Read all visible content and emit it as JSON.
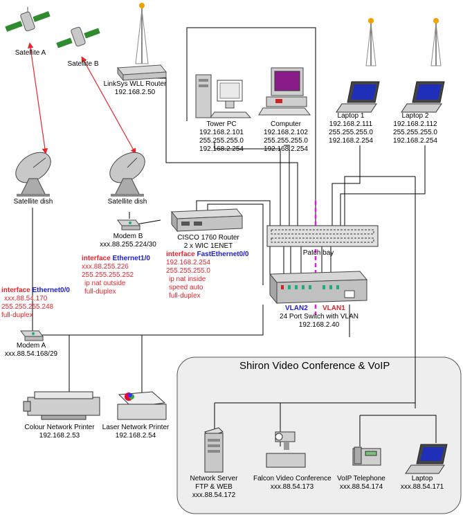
{
  "colors": {
    "wire": "#000000",
    "satellite_link": "#e8242c",
    "vlan_divider": "#e020e0",
    "vlan2": "#1b1bd6",
    "vlan1": "#e8242c",
    "panel_fill": "#eeeeee"
  },
  "panel": {
    "title": "Shiron Video Conference & VoIP"
  },
  "devices": {
    "satellite_a": {
      "name": "Satellite A"
    },
    "satellite_b": {
      "name": "Satellite B"
    },
    "linksys": {
      "lines": [
        "LinkSys WLL Router",
        "192.168.2.50"
      ]
    },
    "tower_pc": {
      "lines": [
        "Tower PC",
        "192.168.2.101",
        "255.255.255.0",
        "192.168.2.254"
      ]
    },
    "computer": {
      "lines": [
        "Computer",
        "192.168.2.102",
        "255.255.255.0",
        "192.168.2.254"
      ]
    },
    "laptop1": {
      "lines": [
        "Laptop 1",
        "192.168.2.111",
        "255.255.255.0",
        "192.168.2.254"
      ]
    },
    "laptop2": {
      "lines": [
        "Laptop 2",
        "192.168.2.112",
        "255.255.255.0",
        "192.168.2.254"
      ]
    },
    "dish_a": {
      "name": "Satellite dish"
    },
    "dish_b": {
      "name": "Satellite dish"
    },
    "modem_b": {
      "lines": [
        "Modem B",
        "xxx.88.255.224/30"
      ]
    },
    "cisco": {
      "lines": [
        "CISCO 1760 Router",
        "2 x WIC 1ENET"
      ]
    },
    "patch_bay": {
      "name": "Patch bay"
    },
    "switch": {
      "lines": [
        "24 Port Switch with VLAN",
        "192.168.2.40"
      ]
    },
    "modem_a": {
      "lines": [
        "Modem A",
        "xxx.88.54.168/29"
      ]
    },
    "colour_printer": {
      "lines": [
        "Colour Network Printer",
        "192.168.2.53"
      ]
    },
    "laser_printer": {
      "lines": [
        "Laser Network Printer",
        "192.168.2.54"
      ]
    },
    "server": {
      "lines": [
        "Network Server",
        "FTP & WEB",
        "xxx.88.54.172"
      ]
    },
    "falcon": {
      "lines": [
        "Falcon Video Conference",
        "xxx.88.54.173"
      ]
    },
    "voip": {
      "lines": [
        "VoIP Telephone",
        "xxx.88.54.174"
      ]
    },
    "laptop3": {
      "lines": [
        "Laptop",
        "xxx.88.54.171"
      ]
    }
  },
  "interfaces": {
    "eth10": {
      "keyword": "interface",
      "name": "Ethernet1/0",
      "lines": [
        "xxx.88.255.226",
        "255.255.255.252",
        "ip nat outside",
        "full-duplex"
      ]
    },
    "fe00": {
      "keyword": "interface",
      "name": "FastEthernet0/0",
      "lines": [
        "192.168.2.254",
        "255.255.255.0",
        "ip nat inside",
        "speed auto",
        "full-duplex"
      ]
    },
    "eth00": {
      "keyword": "interface",
      "name": "Ethernet0/0",
      "lines": [
        "xxx.88.54.170",
        "255.255.255.248",
        "full-duplex"
      ]
    }
  },
  "vlans": {
    "vlan2": "VLAN2",
    "vlan1": "VLAN1"
  }
}
